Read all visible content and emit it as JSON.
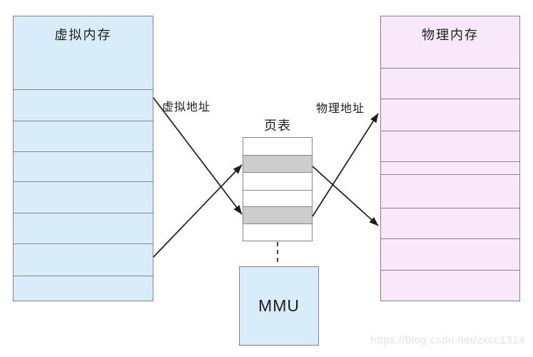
{
  "virtual_memory": {
    "title": "虚拟内存",
    "rows": [
      102,
      44,
      43,
      42,
      44,
      43,
      45,
      37
    ]
  },
  "physical_memory": {
    "title": "物理内存",
    "rows": [
      72,
      43,
      45,
      43,
      18,
      47,
      43,
      44,
      45
    ]
  },
  "page_table": {
    "title": "页表",
    "rows": [
      24,
      24,
      25,
      23,
      24,
      26
    ],
    "highlighted": [
      1,
      4
    ]
  },
  "mmu": {
    "label": "MMU"
  },
  "labels": {
    "virtual_address": "虚拟地址",
    "physical_address": "物理地址"
  },
  "watermark": "https://blog.csdn.net/zxcc1314",
  "colors": {
    "virtual-memory-fill": "#d8edf9",
    "physical-memory-fill": "#f8e8f9",
    "page-table-highlight": "#cdcdcd",
    "border": "#848484",
    "arrow": "#1c1c1c",
    "text": "#1d1d1d",
    "watermark": "#e4e4e4"
  }
}
